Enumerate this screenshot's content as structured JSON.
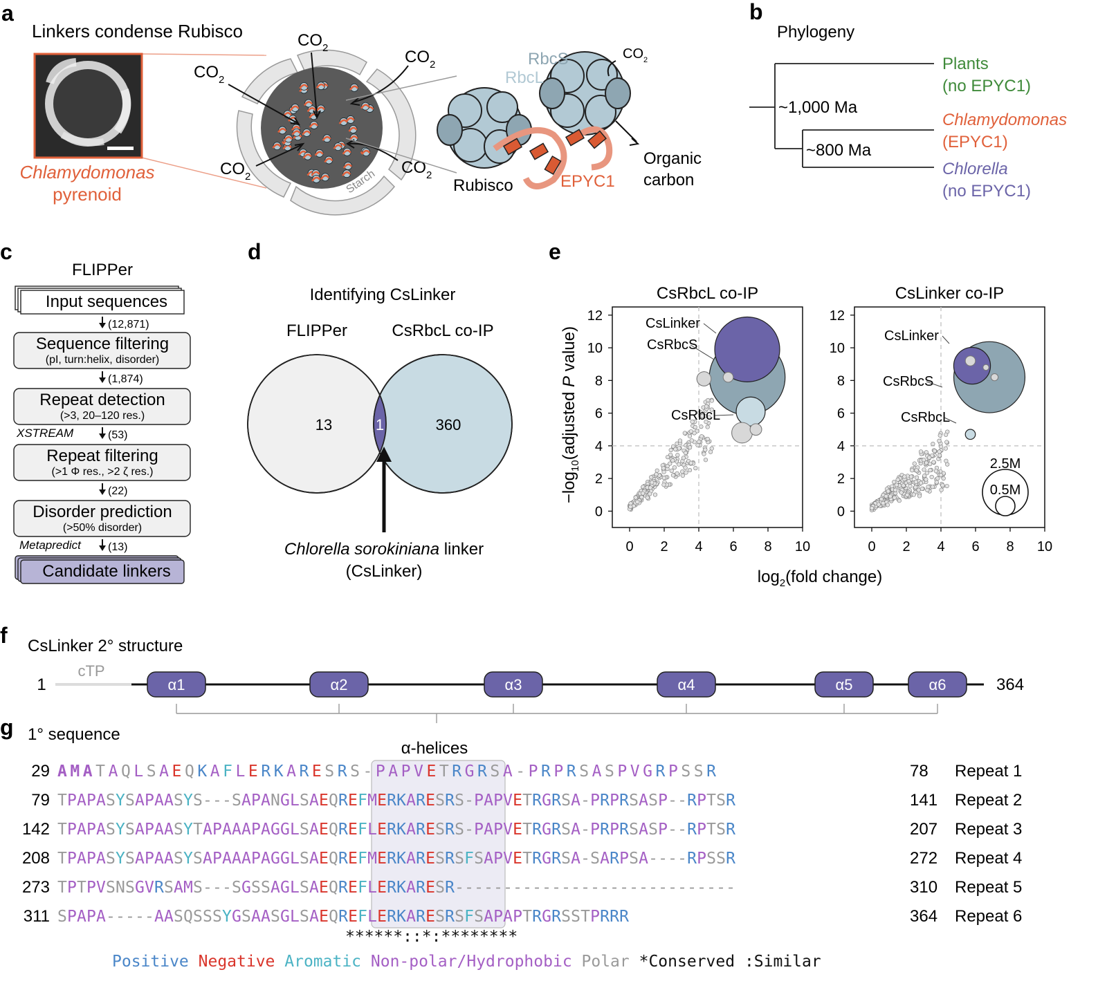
{
  "colors": {
    "orange": "#e0603a",
    "purple": "#6b64a8",
    "green": "#3f8a3a",
    "lightblue": "#c8dbe3",
    "steel": "#8ea6b2",
    "pos": "#4a86c8",
    "neg": "#d9352b",
    "aro": "#4bb3c4",
    "hyd": "#a45fc4",
    "pol": "#9a9a9a"
  },
  "panel_a": {
    "letter": "a",
    "title": "Linkers condense Rubisco",
    "species": "Chlamydomonas",
    "pyrenoid": "pyrenoid",
    "co2": "CO",
    "sub2": "2",
    "starch": "Starch",
    "rbcs": "RbcS",
    "rbcl": "RbcL",
    "rubisco": "Rubisco",
    "epyc1": "EPYC1",
    "organic1": "Organic",
    "organic2": "carbon"
  },
  "panel_b": {
    "letter": "b",
    "title": "Phylogeny",
    "t1000": "~1,000 Ma",
    "t800": "~800 Ma",
    "plants": "Plants",
    "plants_note": "(no EPYC1)",
    "chlamy": "Chlamydomonas",
    "chlamy_note": "(EPYC1)",
    "chlorella": "Chlorella",
    "chlorella_note": "(no EPYC1)"
  },
  "panel_c": {
    "letter": "c",
    "title": "FLIPPer",
    "boxes": [
      {
        "main": "Input sequences",
        "sub": ""
      },
      {
        "main": "Sequence filtering",
        "sub": "(pI, turn:helix, disorder)"
      },
      {
        "main": "Repeat detection",
        "sub": "(>3, 20–120 res.)"
      },
      {
        "main": "Repeat filtering",
        "sub": "(>1 Φ res., >2 ζ res.)"
      },
      {
        "main": "Disorder prediction",
        "sub": "(>50% disorder)"
      },
      {
        "main": "Candidate linkers",
        "sub": ""
      }
    ],
    "counts": [
      "(12,871)",
      "(1,874)",
      "(53)",
      "(22)",
      "(13)"
    ],
    "tools": {
      "xstream": "XSTREAM",
      "metapredict": "Metapredict"
    }
  },
  "panel_d": {
    "letter": "d",
    "title": "Identifying CsLinker",
    "left_label": "FLIPPer",
    "right_label": "CsRbcL co-IP",
    "left_count": "13",
    "overlap_count": "1",
    "right_count": "360",
    "linker_species": "Chlorella sorokiniana",
    "linker_word": "linker",
    "linker_abbrev": "(CsLinker)"
  },
  "panel_e": {
    "letter": "e",
    "ylabel": "−log10(adjusted P value)",
    "xlabel": "log2(fold change)",
    "size_legend": [
      "2.5M",
      "0.5M"
    ]
  },
  "chart_data": [
    {
      "type": "scatter",
      "title": "CsRbcL co-IP",
      "xlim": [
        -1,
        10
      ],
      "ylim": [
        -1,
        12.5
      ],
      "xticks": [
        0,
        2,
        4,
        6,
        8,
        10
      ],
      "yticks": [
        0,
        2,
        4,
        6,
        8,
        10,
        12
      ],
      "threshold_x": 4,
      "threshold_y": 4,
      "highlighted": [
        {
          "label": "CsLinker",
          "x": 6.8,
          "y": 9.9,
          "size": 2.5
        },
        {
          "label": "CsRbcS",
          "x": 6.8,
          "y": 8.2,
          "size": 3.4
        },
        {
          "label": "CsRbcL",
          "x": 7.0,
          "y": 6.1,
          "size": 0.5
        }
      ],
      "other_large": [
        {
          "x": 4.3,
          "y": 8.1,
          "size": 0.12
        },
        {
          "x": 6.5,
          "y": 4.8,
          "size": 0.25
        },
        {
          "x": 5.7,
          "y": 8.2,
          "size": 0.06
        },
        {
          "x": 7.3,
          "y": 5.0,
          "size": 0.08
        }
      ]
    },
    {
      "type": "scatter",
      "title": "CsLinker co-IP",
      "xlim": [
        -1,
        10
      ],
      "ylim": [
        -1,
        12.5
      ],
      "xticks": [
        0,
        2,
        4,
        6,
        8,
        10
      ],
      "yticks": [
        0,
        2,
        4,
        6,
        8,
        10,
        12
      ],
      "threshold_x": 4,
      "threshold_y": 4,
      "highlighted": [
        {
          "label": "CsLinker",
          "x": 5.8,
          "y": 8.9,
          "size": 0.8
        },
        {
          "label": "CsRbcS",
          "x": 6.8,
          "y": 8.2,
          "size": 3.0
        },
        {
          "label": "CsRbcL",
          "x": 5.7,
          "y": 4.7,
          "size": 0.06
        }
      ],
      "other_large": [
        {
          "x": 5.7,
          "y": 9.2,
          "size": 0.06
        },
        {
          "x": 6.6,
          "y": 8.8,
          "size": 0.02
        },
        {
          "x": 7.1,
          "y": 8.2,
          "size": 0.03
        }
      ]
    }
  ],
  "panel_f": {
    "letter": "f",
    "title": "CsLinker 2° structure",
    "start": "1",
    "end": "364",
    "ctp": "cTP",
    "helices": [
      "α1",
      "α2",
      "α3",
      "α4",
      "α5",
      "α6"
    ]
  },
  "panel_g": {
    "letter": "g",
    "title": "1° sequence",
    "helix_label": "α-helices",
    "rows": [
      {
        "start": "29",
        "seq": "                AMATAQLSAEQKAFLERKARESRS-PAPVETRGRSA-PRPRSASPVGRPSSR",
        "end": "78",
        "repeat": "Repeat 1"
      },
      {
        "start": "79",
        "seq": "TPAPASYSAPAASYS---SAPANGLSAEQREFMERKARESRS-PAPVETRGRSA-PRPRSASP--RPTSR",
        "end": "141",
        "repeat": "Repeat 2"
      },
      {
        "start": "142",
        "seq": "TPAPASYSAPAASYTAPAAAPAGGLSAEQREFLERKARESRS-PAPVETRGRSA-PRPRSASP--RPTSR",
        "end": "207",
        "repeat": "Repeat 3"
      },
      {
        "start": "208",
        "seq": "TPAPASYSAPAASYSAPAAAPAGGLSAEQREFMERKARESRSFSAPVETRGRSA-SARPSA----RPSSR",
        "end": "272",
        "repeat": "Repeat 4"
      },
      {
        "start": "273",
        "seq": "TPTPVSNSGVRSAMS---SGSSAGLSAEQREFLERKARESR-----------------------------",
        "end": "310",
        "repeat": "Repeat 5"
      },
      {
        "start": "311",
        "seq": "SPAPA-----AASQSSSYGSAASGLSAEQREFLERKARESRSFSAPAPTRGRSSTPRRR",
        "end": "364",
        "repeat": "Repeat 6"
      }
    ],
    "conservation": "******::*:********",
    "legend": [
      {
        "text": "Positive",
        "cls": "pos"
      },
      {
        "text": "Negative",
        "cls": "neg"
      },
      {
        "text": "Aromatic",
        "cls": "aro"
      },
      {
        "text": "Non-polar/Hydrophobic",
        "cls": "hyd"
      },
      {
        "text": "Polar",
        "cls": "pol"
      },
      {
        "text": "*Conserved",
        "cls": "txt"
      },
      {
        "text": ":Similar",
        "cls": "txt"
      }
    ]
  }
}
